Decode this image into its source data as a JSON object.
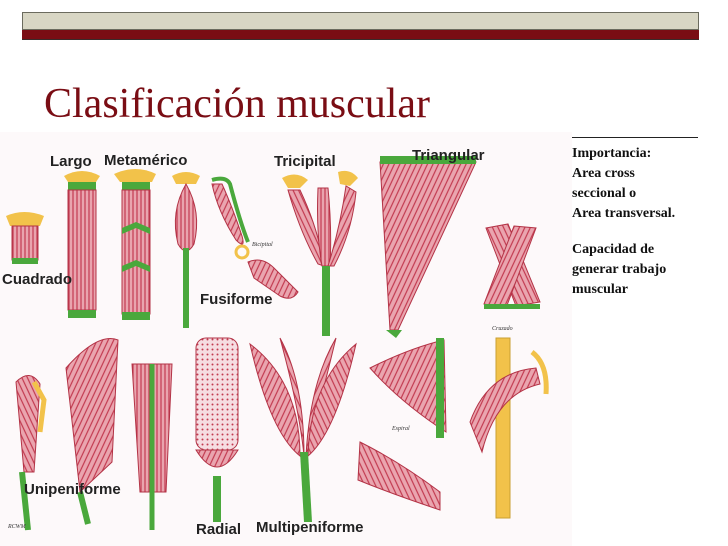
{
  "slide": {
    "title": "Clasificación muscular",
    "colors": {
      "accent": "#7a0d14",
      "band": "#d8d6c4",
      "muscle": "#c9475a",
      "tendon": "#4aa83c",
      "bone": "#f2c24a"
    }
  },
  "figure": {
    "labels": {
      "largo": "Largo",
      "metamerico": "Metamérico",
      "tricipital": "Tricipital",
      "triangular": "Triangular",
      "cuadrado": "Cuadrado",
      "fusiforme": "Fusiforme",
      "unipeniforme": "Unipeniforme",
      "radial": "Radial",
      "multipeniforme": "Multipeniforme",
      "bicipital": "Bicipital",
      "cruzado": "Cruzado",
      "espiral": "Espiral",
      "signature": "RCWM"
    }
  },
  "sidebar": {
    "paragraph1": [
      "Importancia:",
      "Area cross",
      "seccional o",
      "Area transversal."
    ],
    "paragraph2": [
      "Capacidad de",
      "generar trabajo",
      "muscular"
    ]
  }
}
